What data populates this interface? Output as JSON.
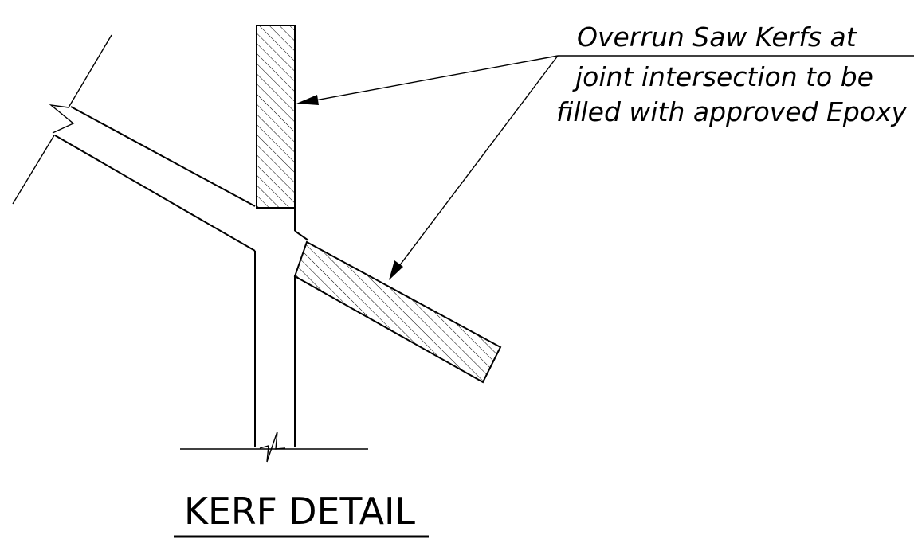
{
  "note": {
    "lines": [
      "Overrun Saw Kerfs at",
      "joint intersection to be",
      "filled with approved Epoxy"
    ]
  },
  "title": "KERF DETAIL",
  "colors": {
    "ink": "#000000",
    "background": "#ffffff"
  }
}
